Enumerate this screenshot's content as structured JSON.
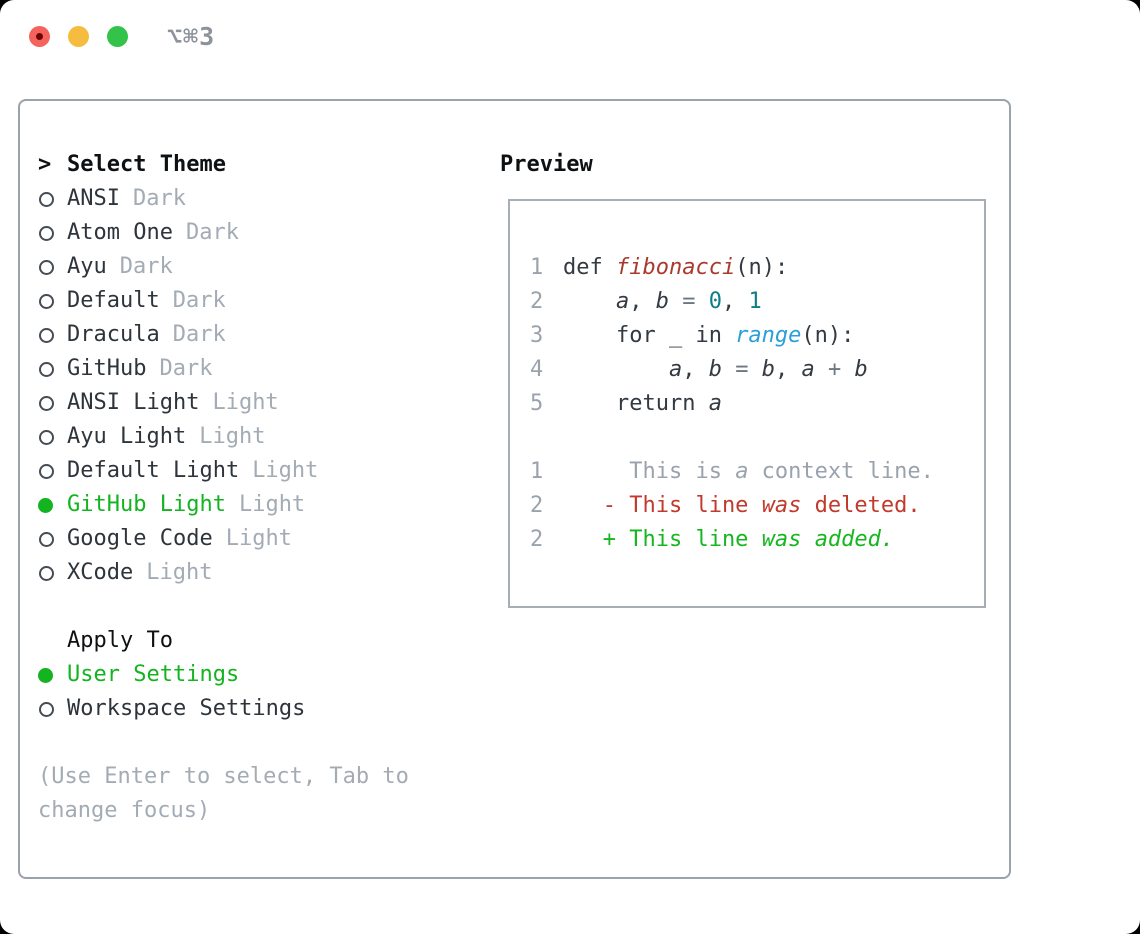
{
  "titlebar": {
    "title": "⌥⌘3"
  },
  "panel": {
    "select_theme": {
      "prompt": ">",
      "title": "Select Theme",
      "themes": [
        {
          "name": "ANSI",
          "tag": "Dark",
          "selected": false
        },
        {
          "name": "Atom One",
          "tag": "Dark",
          "selected": false
        },
        {
          "name": "Ayu",
          "tag": "Dark",
          "selected": false
        },
        {
          "name": "Default",
          "tag": "Dark",
          "selected": false
        },
        {
          "name": "Dracula",
          "tag": "Dark",
          "selected": false
        },
        {
          "name": "GitHub",
          "tag": "Dark",
          "selected": false
        },
        {
          "name": "ANSI Light",
          "tag": "Light",
          "selected": false
        },
        {
          "name": "Ayu Light",
          "tag": "Light",
          "selected": false
        },
        {
          "name": "Default Light",
          "tag": "Light",
          "selected": false
        },
        {
          "name": "GitHub Light",
          "tag": "Light",
          "selected": true
        },
        {
          "name": "Google Code",
          "tag": "Light",
          "selected": false
        },
        {
          "name": "XCode",
          "tag": "Light",
          "selected": false
        }
      ]
    },
    "apply_to": {
      "title": "Apply To",
      "options": [
        {
          "label": "User Settings",
          "selected": true
        },
        {
          "label": "Workspace Settings",
          "selected": false
        }
      ]
    },
    "hint_lines": [
      "(Use Enter to select, Tab to",
      "change focus)"
    ],
    "preview": {
      "title": "Preview",
      "lines": [
        {
          "num": "1",
          "segments": [
            {
              "text": "def ",
              "style": "plain"
            },
            {
              "text": "fibonacci",
              "style": "func"
            },
            {
              "text": "(n):",
              "style": "plain"
            }
          ]
        },
        {
          "num": "2",
          "segments": [
            {
              "text": "    ",
              "style": "plain"
            },
            {
              "text": "a",
              "style": "var"
            },
            {
              "text": ", ",
              "style": "plain"
            },
            {
              "text": "b",
              "style": "var"
            },
            {
              "text": " ",
              "style": "plain"
            },
            {
              "text": "=",
              "style": "op"
            },
            {
              "text": " ",
              "style": "plain"
            },
            {
              "text": "0",
              "style": "number"
            },
            {
              "text": ", ",
              "style": "plain"
            },
            {
              "text": "1",
              "style": "number"
            }
          ]
        },
        {
          "num": "3",
          "segments": [
            {
              "text": "    for _ in ",
              "style": "plain"
            },
            {
              "text": "range",
              "style": "builtin"
            },
            {
              "text": "(n):",
              "style": "plain"
            }
          ]
        },
        {
          "num": "4",
          "segments": [
            {
              "text": "        ",
              "style": "plain"
            },
            {
              "text": "a",
              "style": "var"
            },
            {
              "text": ", ",
              "style": "plain"
            },
            {
              "text": "b",
              "style": "var"
            },
            {
              "text": " ",
              "style": "plain"
            },
            {
              "text": "=",
              "style": "op"
            },
            {
              "text": " ",
              "style": "plain"
            },
            {
              "text": "b",
              "style": "var"
            },
            {
              "text": ", ",
              "style": "plain"
            },
            {
              "text": "a",
              "style": "var"
            },
            {
              "text": " ",
              "style": "plain"
            },
            {
              "text": "+",
              "style": "op"
            },
            {
              "text": " ",
              "style": "plain"
            },
            {
              "text": "b",
              "style": "var"
            }
          ]
        },
        {
          "num": "5",
          "segments": [
            {
              "text": "    return ",
              "style": "plain"
            },
            {
              "text": "a",
              "style": "var"
            }
          ]
        },
        {
          "num": "",
          "segments": []
        },
        {
          "num": "1",
          "segments": [
            {
              "text": "     This is ",
              "style": "context"
            },
            {
              "text": "a",
              "style": "context-italic"
            },
            {
              "text": " context line.",
              "style": "context"
            }
          ]
        },
        {
          "num": "2",
          "segments": [
            {
              "text": "   - This line ",
              "style": "deleted"
            },
            {
              "text": "was",
              "style": "deleted-italic"
            },
            {
              "text": " deleted.",
              "style": "deleted"
            }
          ]
        },
        {
          "num": "2",
          "segments": [
            {
              "text": "   + This line ",
              "style": "added"
            },
            {
              "text": "was",
              "style": "added-italic"
            },
            {
              "text": " ",
              "style": "added"
            },
            {
              "text": "added.",
              "style": "added-italic"
            }
          ]
        }
      ]
    }
  },
  "colors": {
    "accent_green": "#13b41f",
    "syntax_func_red": "#a93a2e",
    "syntax_number_teal": "#0d7e88",
    "syntax_builtin_blue": "#2aa0d8",
    "diff_deleted_red": "#c13a2c",
    "diff_added_green": "#16b61f",
    "muted_gray": "#a3abb5",
    "border_gray": "#9aa2ac",
    "traffic_red": "#f4645c",
    "traffic_yellow": "#f5bc40",
    "traffic_green": "#33c24a"
  }
}
